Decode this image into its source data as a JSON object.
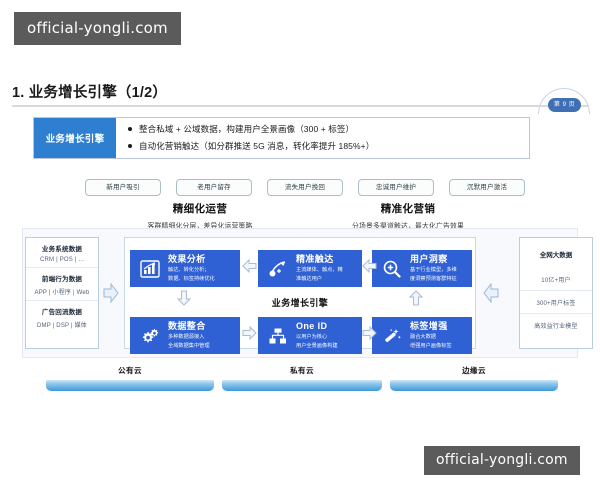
{
  "watermark": {
    "text": "official-yongli.com"
  },
  "header": {
    "title": "1. 业务增长引擎（1/2）",
    "page_badge": "第 9 页"
  },
  "callout": {
    "tag": "业务增长引擎",
    "bullets": [
      "整合私域 + 公域数据，构建用户全景画像（300 + 标签）",
      "自动化营销触达（如分群推送 5G 消息，转化率提升 185%+）"
    ]
  },
  "pills": [
    {
      "label": "新用户吸引"
    },
    {
      "label": "老用户留存"
    },
    {
      "label": "流失用户挽回"
    },
    {
      "label": "忠诚用户维护"
    },
    {
      "label": "沉默用户激活"
    }
  ],
  "sections": [
    {
      "title": "精细化运营",
      "subtitle": "客群精细化分层，差异化运营策略"
    },
    {
      "title": "精准化营销",
      "subtitle": "分场景多渠道触达，最大化广告效果"
    }
  ],
  "left_column": {
    "items": [
      {
        "title": "业务系统数据",
        "value": "CRM | POS | ..."
      },
      {
        "title": "前端行为数据",
        "value": "APP | 小程序 | Web"
      },
      {
        "title": "广告回流数据",
        "value": "DMP | DSP | 媒体"
      }
    ]
  },
  "right_column": {
    "title": "全网大数据",
    "items": [
      {
        "value": "10亿+用户"
      },
      {
        "value": "300+用户标签"
      },
      {
        "value": "高效益行业模型"
      }
    ]
  },
  "engine": {
    "title": "业务增长引擎",
    "cards": [
      {
        "key": "effect",
        "icon": "bar-chart-icon",
        "title": "效果分析",
        "desc1": "触达、转化分析；",
        "desc2": "数据、标签持续优化"
      },
      {
        "key": "reach",
        "icon": "precision-reach-icon",
        "title": "精准触达",
        "desc1": "主流媒体、触点，精",
        "desc2": "准触达用户"
      },
      {
        "key": "insight",
        "icon": "magnifier-plus-icon",
        "title": "用户洞察",
        "desc1": "基于行业模型，多维",
        "desc2": "度洞察预测客群特征"
      },
      {
        "key": "data",
        "icon": "gears-icon",
        "title": "数据整合",
        "desc1": "多种数据源接入",
        "desc2": "全域数据集中管理"
      },
      {
        "key": "oneid",
        "icon": "sitemap-icon",
        "title": "One ID",
        "desc1": "以用户为核心",
        "desc2": "用户全景画像构建"
      },
      {
        "key": "tag",
        "icon": "magic-wand-icon",
        "title": "标签增强",
        "desc1": "融合大数据",
        "desc2": "增强用户画像标签"
      }
    ]
  },
  "clouds": [
    {
      "label": "公有云"
    },
    {
      "label": "私有云"
    },
    {
      "label": "边缘云"
    }
  ],
  "colors": {
    "card_blue": "#2f61d5",
    "tag_blue": "#2f7fd1",
    "badge_blue": "#3f6fb5",
    "cloud_blue": "#3d9ad8"
  }
}
